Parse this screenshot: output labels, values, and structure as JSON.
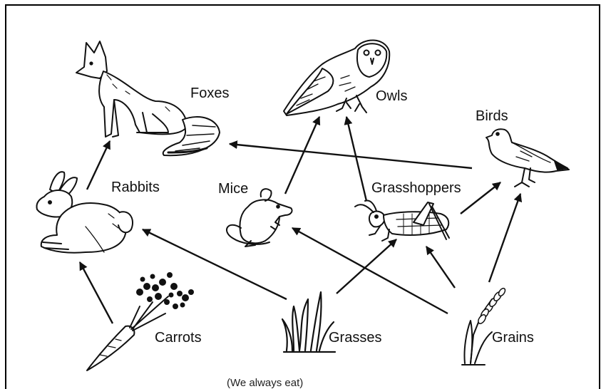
{
  "organisms": {
    "foxes": "Foxes",
    "owls": "Owls",
    "birds": "Birds",
    "rabbits": "Rabbits",
    "mice": "Mice",
    "grasshoppers": "Grasshoppers",
    "carrots": "Carrots",
    "grasses": "Grasses",
    "grains": "Grains"
  },
  "caption": "(We always eat)",
  "arrows": [
    {
      "from": "Rabbits",
      "to": "Foxes"
    },
    {
      "from": "Birds",
      "to": "Foxes"
    },
    {
      "from": "Mice",
      "to": "Owls"
    },
    {
      "from": "Grasshoppers",
      "to": "Owls"
    },
    {
      "from": "Grasshoppers",
      "to": "Birds"
    },
    {
      "from": "Carrots",
      "to": "Rabbits"
    },
    {
      "from": "Grasses",
      "to": "Rabbits"
    },
    {
      "from": "Grasses",
      "to": "Grasshoppers"
    },
    {
      "from": "Grains",
      "to": "Mice"
    },
    {
      "from": "Grains",
      "to": "Grasshoppers"
    },
    {
      "from": "Grains",
      "to": "Birds"
    }
  ],
  "colors": {
    "ink": "#111111",
    "background": "#ffffff"
  }
}
